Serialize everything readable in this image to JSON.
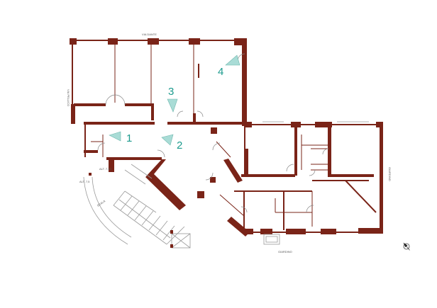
{
  "street_labels": {
    "top": "VIA DANTE",
    "left": "VIA PELLICO",
    "right": "GIARDINO",
    "bottom": "GIARDINO"
  },
  "small_labels": {
    "level_a": "ALT. 7,10",
    "level_b": "ALT. 7,5",
    "ramp": "SCALA"
  },
  "cameras": [
    {
      "id": "1",
      "label": "1"
    },
    {
      "id": "2",
      "label": "2"
    },
    {
      "id": "3",
      "label": "3"
    },
    {
      "id": "4",
      "label": "4"
    }
  ],
  "colors": {
    "wall": "#7a2418",
    "camera_fill": "#a9dcd6",
    "camera_number": "#1b9a8d"
  },
  "north_arrow_icon": "north-arrow-icon"
}
